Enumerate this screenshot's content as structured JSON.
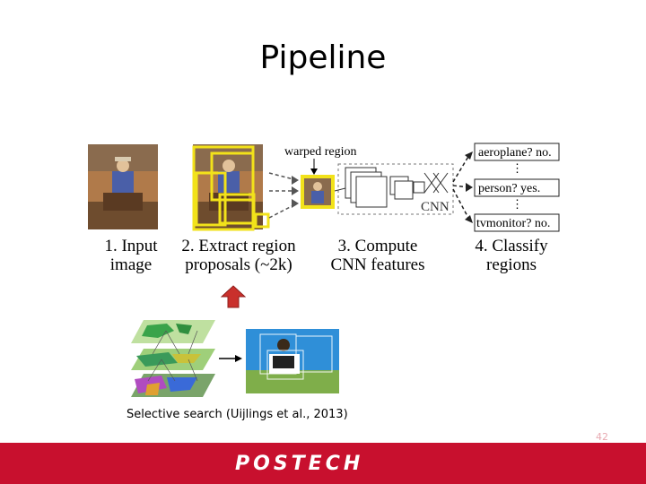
{
  "slide": {
    "title": "Pipeline",
    "caption": "Selective search (Uijlings et al., 2013)",
    "page_number": "42",
    "footer_logo": "POSTECH"
  },
  "pipeline": {
    "warped_region_label": "warped region",
    "cnn_label": "CNN",
    "stages": [
      "1. Input\nimage",
      "2. Extract region\nproposals (~2k)",
      "3. Compute\nCNN features",
      "4. Classify\nregions"
    ],
    "classifier_outputs": [
      "aeroplane? no.",
      "person? yes.",
      "tvmonitor? no."
    ],
    "ellipsis": "⋮"
  },
  "colors": {
    "footer": "#c8102e",
    "region_box": "#f2e21a",
    "arrow_up": "#c9302c"
  }
}
